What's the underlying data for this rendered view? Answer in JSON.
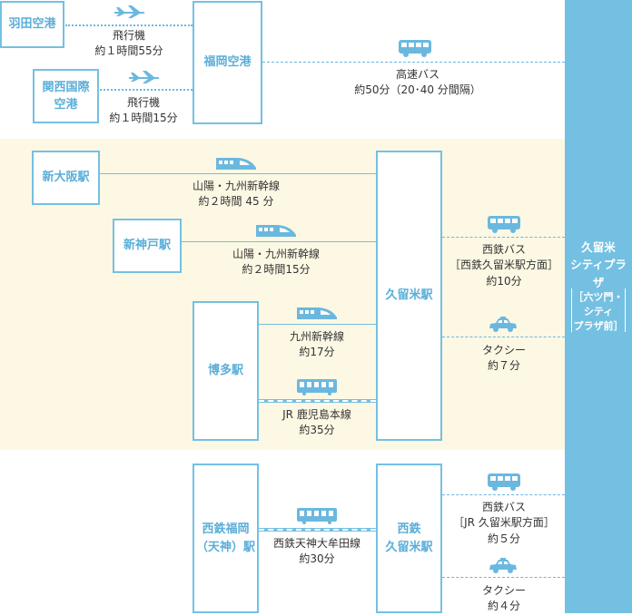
{
  "destination": {
    "name": [
      "久留米",
      "シティプラザ"
    ],
    "stop": [
      "［六ツ門・",
      "シティ",
      "プラザ前］"
    ]
  },
  "boxes": {
    "haneda": [
      "羽田空港"
    ],
    "kansai": [
      "関西国際",
      "空港"
    ],
    "fukuoka_airport": [
      "福岡空港"
    ],
    "shin_osaka": [
      "新大阪駅"
    ],
    "shin_kobe": [
      "新神戸駅"
    ],
    "hakata": [
      "博多駅"
    ],
    "kurume": [
      "久留米駅"
    ],
    "nishitetsu_fukuoka": [
      "西鉄福岡",
      "（天神）駅"
    ],
    "nishitetsu_kurume": [
      "西鉄",
      "久留米駅"
    ]
  },
  "routes": {
    "haneda": {
      "mode": "飛行機",
      "time": "約１時間55分"
    },
    "kansai": {
      "mode": "飛行機",
      "time": "約１時間15分"
    },
    "airport_bus": {
      "mode": "高速バス",
      "time": "約50分（20･40 分間隔）"
    },
    "osaka_shinkansen": {
      "mode": "山陽・九州新幹線",
      "time": "約２時間 45 分"
    },
    "kobe_shinkansen": {
      "mode": "山陽・九州新幹線",
      "time": "約２時間15分"
    },
    "hakata_shinkansen": {
      "mode": "九州新幹線",
      "time": "約17分"
    },
    "hakata_jr": {
      "mode": "JR 鹿児島本線",
      "time": "約35分"
    },
    "kurume_bus": {
      "mode": "西鉄バス",
      "detail": "［西鉄久留米駅方面］",
      "time": "約10分"
    },
    "kurume_taxi": {
      "mode": "タクシー",
      "time": "約７分"
    },
    "tenjin_omuta": {
      "mode": "西鉄天神大牟田線",
      "time": "約30分"
    },
    "nishitetsu_bus": {
      "mode": "西鉄バス",
      "detail": "［JR 久留米駅方面］",
      "time": "約５分"
    },
    "nishitetsu_taxi": {
      "mode": "タクシー",
      "time": "約４分"
    }
  },
  "colors": {
    "accent": "#74c0e2",
    "band": "#fdf8e4"
  },
  "icons": [
    "airplane-icon",
    "bus-icon",
    "shinkansen-icon",
    "train-icon",
    "taxi-icon"
  ]
}
